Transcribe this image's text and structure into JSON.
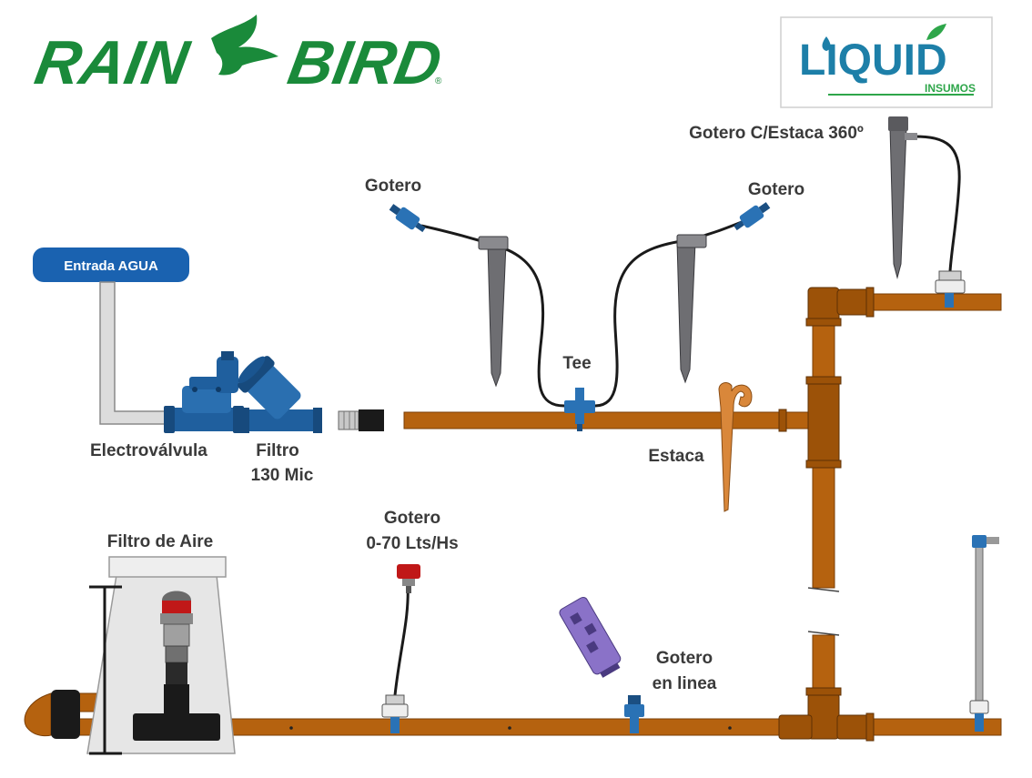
{
  "brand": {
    "rainbird": "RAIN✈BIRD",
    "rainbird_left": "RAIN",
    "rainbird_right": "BIRD",
    "registered": "®",
    "liquid": "LIQUID",
    "liquid_sub": "INSUMOS"
  },
  "labels": {
    "entrada": "Entrada AGUA",
    "electrovalvula": "Electroválvula",
    "filtro_l1": "Filtro",
    "filtro_l2": "130 Mic",
    "gotero_left": "Gotero",
    "gotero_right": "Gotero",
    "gotero_estaca": "Gotero C/Estaca 360º",
    "tee": "Tee",
    "estaca": "Estaca",
    "filtro_aire": "Filtro de Aire",
    "gotero_070_l1": "Gotero",
    "gotero_070_l2": "0-70 Lts/Hs",
    "gotero_linea_l1": "Gotero",
    "gotero_linea_l2": "en linea"
  },
  "colors": {
    "brand_green": "#1a8a3a",
    "liquid_blue": "#1d7fa8",
    "liquid_green": "#2ea64a",
    "pipe_brown": "#b5620f",
    "pipe_dark": "#7a3e06",
    "valve_blue": "#1f5f9e",
    "dripper_blue": "#2a72b5",
    "stake_grey": "#6e6e72",
    "label_bg": "#1a62b0"
  }
}
